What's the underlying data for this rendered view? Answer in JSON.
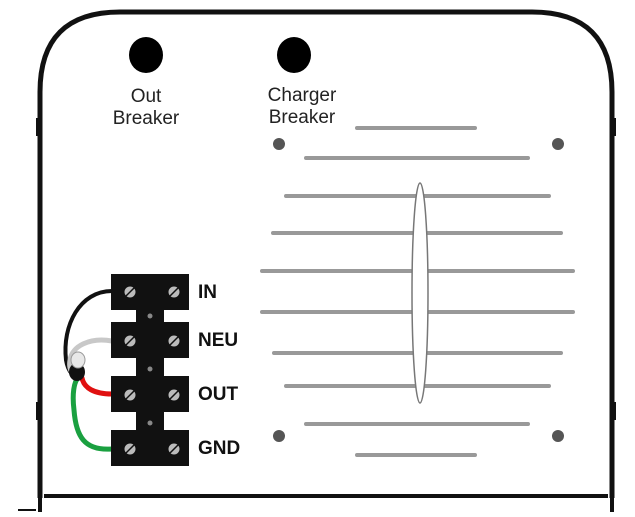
{
  "breakers": {
    "out": {
      "line1": "Out",
      "line2": "Breaker"
    },
    "charger": {
      "line1": "Charger",
      "line2": "Breaker"
    }
  },
  "terminals": [
    "IN",
    "NEU",
    "OUT",
    "GND"
  ],
  "wire_colors": {
    "in": "#111111",
    "neu": "#cccccc",
    "out": "#e01010",
    "gnd": "#1aa040"
  },
  "colors": {
    "outline": "#111111",
    "louver": "#999999",
    "terminal_block": "#111111"
  }
}
